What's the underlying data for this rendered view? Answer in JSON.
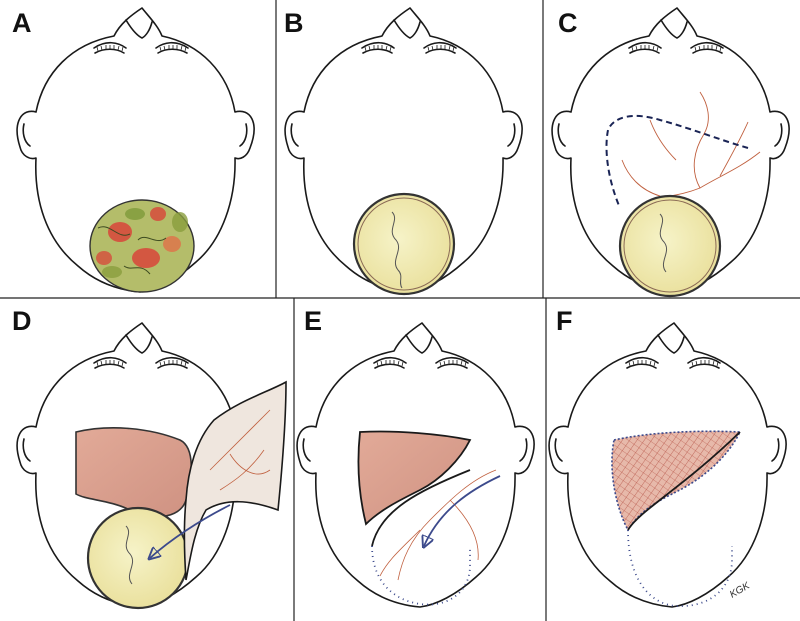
{
  "figure": {
    "panels": [
      {
        "label": "A"
      },
      {
        "label": "B"
      },
      {
        "label": "C"
      },
      {
        "label": "D"
      },
      {
        "label": "E"
      },
      {
        "label": "F"
      }
    ],
    "signature": "KGK"
  },
  "colors": {
    "outline": "#1a1a1a",
    "tumor_green": "#9db04a",
    "tumor_red": "#d8453a",
    "defect_fill": "#f3efb8",
    "flap_area": "#d9a090",
    "vessel": "#c0603f",
    "arrow": "#3c4a8c",
    "suture": "#3c4a8c"
  }
}
